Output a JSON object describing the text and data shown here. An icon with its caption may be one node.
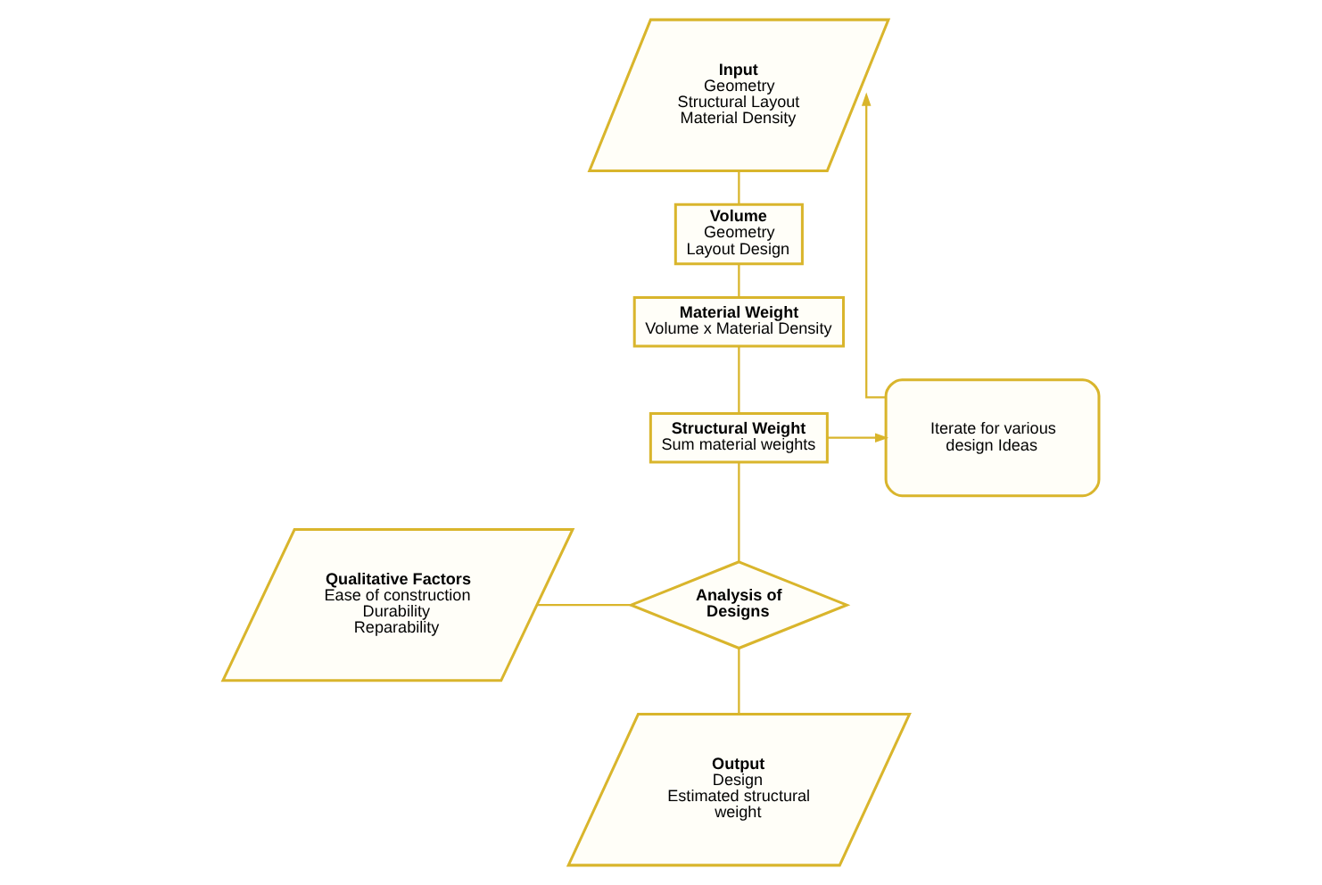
{
  "diagram": {
    "nodes": [
      {
        "text": [
          "Input",
          "Geometry",
          "Structural Layout",
          "Material Density"
        ]
      },
      {
        "text": [
          "Volume",
          "Geometry",
          "Layout Design"
        ]
      },
      {
        "text": [
          "Material Weight",
          "Volume x Material Density"
        ]
      },
      {
        "text": [
          "Structural Weight",
          "Sum material weights"
        ]
      },
      {
        "text": [
          "Iterate for various design Ideas"
        ]
      },
      {
        "text": [
          "Qualitative Factors",
          "Ease of construction",
          "Durability",
          "Reparability"
        ]
      },
      {
        "text": [
          "Analysis of Designs"
        ]
      },
      {
        "text": [
          "Output",
          "Design",
          "Estimated structural weight"
        ]
      }
    ],
    "edges": [
      {
        "from": 0,
        "to": 1,
        "arrow": "none"
      },
      {
        "from": 1,
        "to": 2,
        "arrow": "none"
      },
      {
        "from": 2,
        "to": 3,
        "arrow": "none"
      },
      {
        "from": 3,
        "to": 6,
        "arrow": "none"
      },
      {
        "from": 3,
        "to": 4,
        "arrow": "to"
      },
      {
        "from": 4,
        "to": 0,
        "arrow": "to"
      },
      {
        "from": 5,
        "to": 6,
        "arrow": "none"
      },
      {
        "from": 6,
        "to": 7,
        "arrow": "none"
      }
    ]
  }
}
